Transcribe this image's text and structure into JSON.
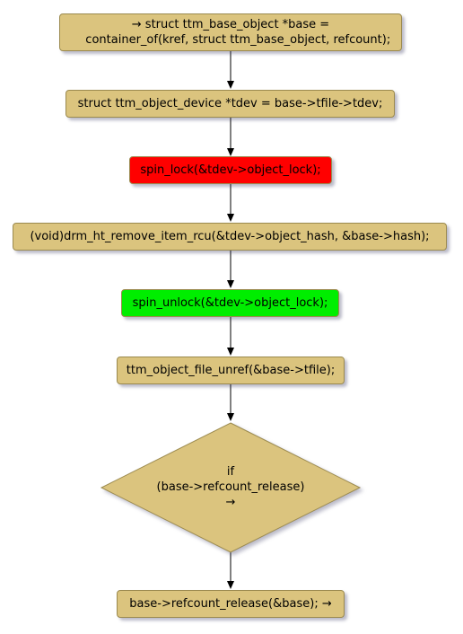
{
  "colors": {
    "node": "#dbc47e",
    "lock": "#ff0000",
    "unlock": "#00ee00",
    "border": "#9b8a4f",
    "edge": "#000000"
  },
  "nodes": [
    {
      "id": "n1",
      "text": "→ struct ttm_base_object *base =\n    container_of(kref, struct ttm_base_object, refcount);"
    },
    {
      "id": "n2",
      "text": "struct ttm_object_device *tdev = base->tfile->tdev;"
    },
    {
      "id": "n3",
      "text": "spin_lock(&tdev->object_lock);"
    },
    {
      "id": "n4",
      "text": "(void)drm_ht_remove_item_rcu(&tdev->object_hash, &base->hash);"
    },
    {
      "id": "n5",
      "text": "spin_unlock(&tdev->object_lock);"
    },
    {
      "id": "n6",
      "text": "ttm_object_file_unref(&base->tfile);"
    },
    {
      "id": "n7",
      "text": "if\n(base->refcount_release)\n→"
    },
    {
      "id": "n8",
      "text": "base->refcount_release(&base); →"
    }
  ]
}
